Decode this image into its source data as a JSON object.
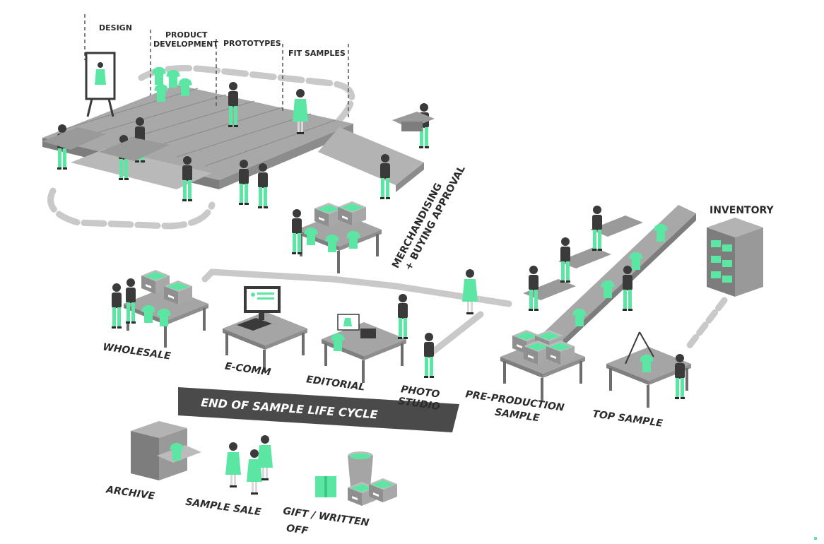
{
  "stages": {
    "design": "DESIGN",
    "product_development": [
      "PRODUCT",
      "DEVELOPMENT"
    ],
    "prototypes": "PROTOTYPES",
    "fit_samples": "FIT SAMPLES",
    "merchandising": [
      "MERCHANDISING",
      "+ BUYING APPROVAL"
    ],
    "inventory": "INVENTORY"
  },
  "channels": {
    "wholesale": "WHOLESALE",
    "ecomm": "E-COMM",
    "editorial": "EDITORIAL",
    "photo_studio": [
      "PHOTO",
      "STUDIO"
    ],
    "pre_production": [
      "PRE-PRODUCTION",
      "SAMPLE"
    ],
    "top_sample": "TOP SAMPLE"
  },
  "end_of_life": {
    "banner": "END OF SAMPLE LIFE CYCLE",
    "archive": "ARCHIVE",
    "sample_sale": "SAMPLE SALE",
    "gift": [
      "GIFT / WRITTEN",
      "OFF"
    ]
  },
  "colors": {
    "accent": "#5ce6a3",
    "dark": "#3a3a3a",
    "grey": "#c9c9c9",
    "table": "#9a9a9a"
  }
}
